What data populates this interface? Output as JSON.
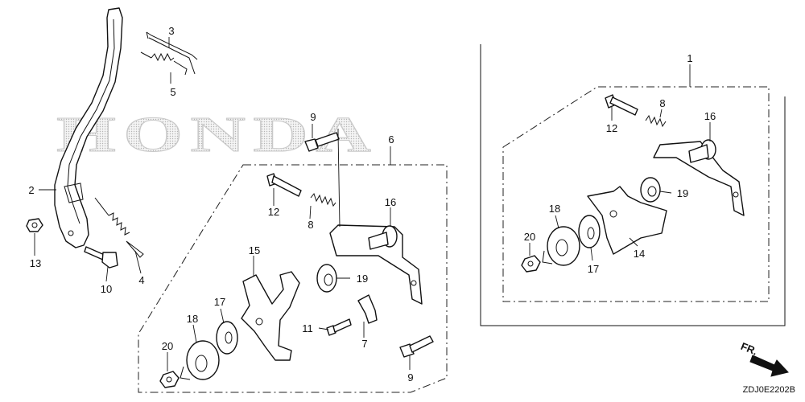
{
  "watermark": {
    "text": "HONDA"
  },
  "diagram_code": "ZDJ0E2202B",
  "fr_indicator": "FR.",
  "labels": {
    "p1": "1",
    "p2": "2",
    "p3": "3",
    "p4": "4",
    "p5": "5",
    "p6": "6",
    "p7": "7",
    "p8a": "8",
    "p8b": "8",
    "p9a": "9",
    "p9b": "9",
    "p10": "10",
    "p11": "11",
    "p12a": "12",
    "p12b": "12",
    "p13": "13",
    "p14": "14",
    "p15": "15",
    "p16a": "16",
    "p16b": "16",
    "p17a": "17",
    "p17b": "17",
    "p18a": "18",
    "p18b": "18",
    "p19a": "19",
    "p19b": "19",
    "p20a": "20",
    "p20b": "20"
  }
}
